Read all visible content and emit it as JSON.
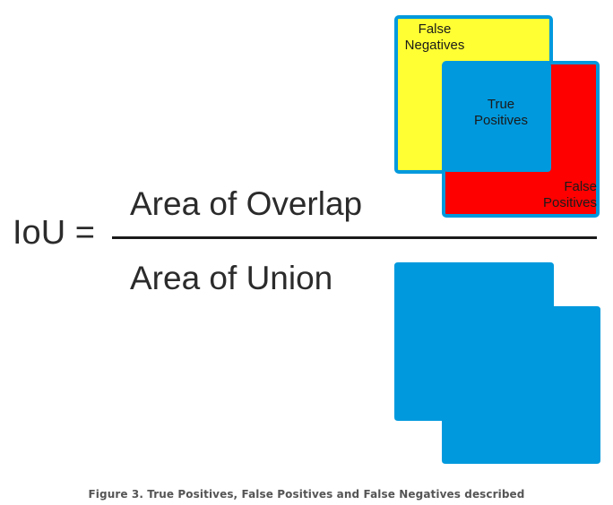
{
  "formula": {
    "lhs": "IoU =",
    "numerator": "Area of Overlap",
    "denominator": "Area of Union"
  },
  "boxes": {
    "false_negatives": "False\nNegatives",
    "true_positives": "True\nPositives",
    "false_positives": "False\nPositives"
  },
  "colors": {
    "false_negatives": "#ffff33",
    "false_positives": "#ff0000",
    "overlap": "#0099dd",
    "union": "#0099dd",
    "box_border": "#0099dd",
    "text": "#2b2b2b"
  },
  "caption": "Figure 3. True Positives, False Positives and False Negatives described"
}
